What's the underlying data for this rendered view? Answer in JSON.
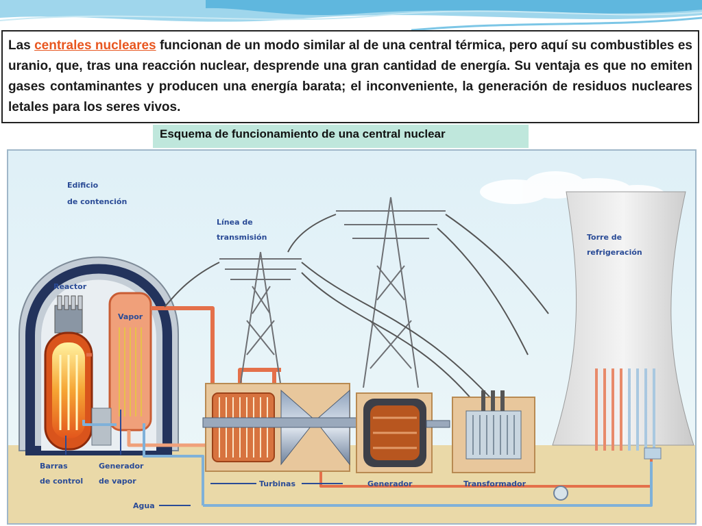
{
  "intro": {
    "before": "Las ",
    "highlight": "centrales nucleares",
    "after": " funcionan de un modo similar al de una central térmica, pero aquí su combustibles es uranio, que, tras una reacción nuclear, desprende una gran cantidad de energía. Su ventaja es que no emiten gases contaminantes y producen una energía barata; el inconveniente, la generación de residuos nucleares letales para los seres vivos."
  },
  "caption": "Esquema de funcionamiento de una central nuclear",
  "labels": {
    "edificio_1": "Edificio",
    "edificio_2": "de contención",
    "reactor": "Reactor",
    "vapor": "Vapor",
    "linea_1": "Línea de",
    "linea_2": "transmisión",
    "torre_1": "Torre de",
    "torre_2": "refrigeración",
    "barras_1": "Barras",
    "barras_2": "de control",
    "genvapor_1": "Generador",
    "genvapor_2": "de vapor",
    "turbinas": "Turbinas",
    "generador": "Generador",
    "transformador": "Transformador",
    "agua": "Agua"
  },
  "colors": {
    "highlight": "#e8561f",
    "caption_bg": "#bfe7dc",
    "label": "#2a4b96"
  }
}
